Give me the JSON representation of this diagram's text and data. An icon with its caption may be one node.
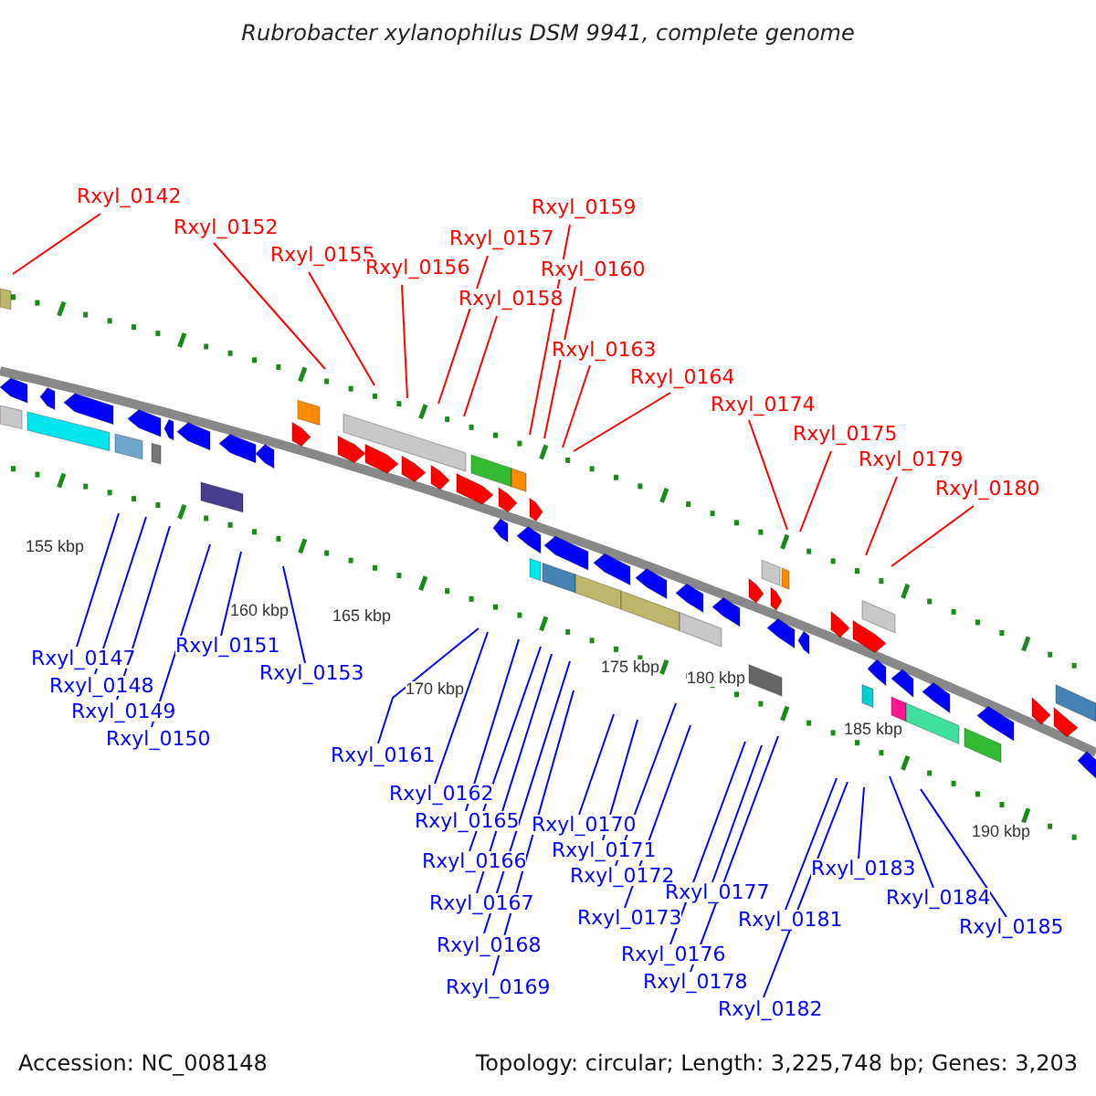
{
  "diagram": {
    "title": "Rubrobacter xylanophilus DSM 9941, complete genome",
    "nodes": [
      {
        "text": [
          "Rxyl_0142"
        ]
      },
      {
        "text": [
          "Rxyl_0152"
        ]
      },
      {
        "text": [
          "Rxyl_0155"
        ]
      },
      {
        "text": [
          "Rxyl_0156"
        ]
      },
      {
        "text": [
          "Rxyl_0157"
        ]
      },
      {
        "text": [
          "Rxyl_0158"
        ]
      },
      {
        "text": [
          "Rxyl_0159"
        ]
      },
      {
        "text": [
          "Rxyl_0160"
        ]
      },
      {
        "text": [
          "Rxyl_0163"
        ]
      },
      {
        "text": [
          "Rxyl_0164"
        ]
      },
      {
        "text": [
          "Rxyl_0174"
        ]
      },
      {
        "text": [
          "Rxyl_0175"
        ]
      },
      {
        "text": [
          "Rxyl_0179"
        ]
      },
      {
        "text": [
          "Rxyl_0180"
        ]
      },
      {
        "text": [
          "Rxyl_0147"
        ]
      },
      {
        "text": [
          "Rxyl_0148"
        ]
      },
      {
        "text": [
          "Rxyl_0149"
        ]
      },
      {
        "text": [
          "Rxyl_0150"
        ]
      },
      {
        "text": [
          "Rxyl_0151"
        ]
      },
      {
        "text": [
          "Rxyl_0153"
        ]
      },
      {
        "text": [
          "Rxyl_0161"
        ]
      },
      {
        "text": [
          "Rxyl_0162"
        ]
      },
      {
        "text": [
          "Rxyl_0165"
        ]
      },
      {
        "text": [
          "Rxyl_0166"
        ]
      },
      {
        "text": [
          "Rxyl_0167"
        ]
      },
      {
        "text": [
          "Rxyl_0168"
        ]
      },
      {
        "text": [
          "Rxyl_0169"
        ]
      },
      {
        "text": [
          "Rxyl_0170"
        ]
      },
      {
        "text": [
          "Rxyl_0171"
        ]
      },
      {
        "text": [
          "Rxyl_0172"
        ]
      },
      {
        "text": [
          "Rxyl_0173"
        ]
      },
      {
        "text": [
          "Rxyl_0176"
        ]
      },
      {
        "text": [
          "Rxyl_0177"
        ]
      },
      {
        "text": [
          "Rxyl_0178"
        ]
      },
      {
        "text": [
          "Rxyl_0181"
        ]
      },
      {
        "text": [
          "Rxyl_0182"
        ]
      },
      {
        "text": [
          "Rxyl_0183"
        ]
      },
      {
        "text": [
          "Rxyl_0184"
        ]
      },
      {
        "text": [
          "Rxyl_0185"
        ]
      }
    ],
    "edges": [
      {
        "from": 0,
        "to": null,
        "arrow": "none",
        "color": "#ff0000"
      },
      {
        "from": 1,
        "to": null,
        "arrow": "none",
        "color": "#ff0000"
      },
      {
        "from": 2,
        "to": null,
        "arrow": "none",
        "color": "#ff0000"
      },
      {
        "from": 3,
        "to": null,
        "arrow": "none",
        "color": "#ff0000"
      },
      {
        "from": 4,
        "to": null,
        "arrow": "none",
        "color": "#ff0000"
      },
      {
        "from": 5,
        "to": null,
        "arrow": "none",
        "color": "#ff0000"
      },
      {
        "from": 6,
        "to": null,
        "arrow": "none",
        "color": "#ff0000"
      },
      {
        "from": 7,
        "to": null,
        "arrow": "none",
        "color": "#ff0000"
      },
      {
        "from": 8,
        "to": null,
        "arrow": "none",
        "color": "#ff0000"
      },
      {
        "from": 9,
        "to": null,
        "arrow": "none",
        "color": "#ff0000"
      },
      {
        "from": 10,
        "to": null,
        "arrow": "none",
        "color": "#ff0000"
      },
      {
        "from": 11,
        "to": null,
        "arrow": "none",
        "color": "#ff0000"
      },
      {
        "from": 12,
        "to": null,
        "arrow": "none",
        "color": "#ff0000"
      },
      {
        "from": 13,
        "to": null,
        "arrow": "none",
        "color": "#ff0000"
      },
      {
        "from": 14,
        "to": null,
        "arrow": "none"
      },
      {
        "from": 15,
        "to": null,
        "arrow": "none"
      },
      {
        "from": 16,
        "to": null,
        "arrow": "none"
      },
      {
        "from": 17,
        "to": null,
        "arrow": "none"
      },
      {
        "from": 18,
        "to": null,
        "arrow": "none"
      },
      {
        "from": 19,
        "to": null,
        "arrow": "none"
      },
      {
        "from": 20,
        "to": null,
        "arrow": "none"
      },
      {
        "from": 21,
        "to": null,
        "arrow": "none"
      },
      {
        "from": 22,
        "to": null,
        "arrow": "none"
      },
      {
        "from": 23,
        "to": null,
        "arrow": "none"
      },
      {
        "from": 24,
        "to": null,
        "arrow": "none"
      },
      {
        "from": 25,
        "to": null,
        "arrow": "none"
      },
      {
        "from": 26,
        "to": null,
        "arrow": "none"
      },
      {
        "from": 27,
        "to": null,
        "arrow": "none"
      },
      {
        "from": 28,
        "to": null,
        "arrow": "none"
      },
      {
        "from": 29,
        "to": null,
        "arrow": "none"
      },
      {
        "from": 30,
        "to": null,
        "arrow": "none"
      },
      {
        "from": 31,
        "to": null,
        "arrow": "none"
      },
      {
        "from": 32,
        "to": null,
        "arrow": "none"
      },
      {
        "from": 33,
        "to": null,
        "arrow": "none"
      },
      {
        "from": 34,
        "to": null,
        "arrow": "none"
      },
      {
        "from": 35,
        "to": null,
        "arrow": "none"
      },
      {
        "from": 36,
        "to": null,
        "arrow": "none"
      },
      {
        "from": 37,
        "to": null,
        "arrow": "none"
      },
      {
        "from": 38,
        "to": null,
        "arrow": "none"
      }
    ],
    "labels": [
      "155 kbp",
      "160 kbp",
      "165 kbp",
      "170 kbp",
      "175 kbp",
      "180 kbp",
      "185 kbp",
      "190 kbp",
      "Accession: NC_008148",
      "Topology: circular; Length: 3,225,748 bp; Genes: 3,203"
    ]
  }
}
